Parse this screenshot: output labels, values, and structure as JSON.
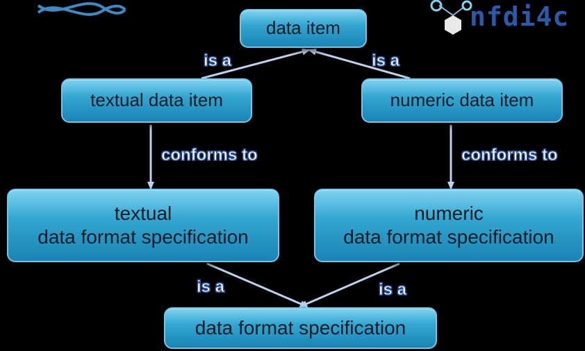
{
  "nodes": {
    "data_item": "data item",
    "textual_data_item": "textual data item",
    "numeric_data_item": "numeric data item",
    "textual_spec": {
      "line1": "textual",
      "line2": "data format specification"
    },
    "numeric_spec": {
      "line1": "numeric",
      "line2": "data format specification"
    },
    "data_format_spec": "data format specification"
  },
  "edges": {
    "is_a_left_top": "is a",
    "is_a_right_top": "is a",
    "conforms_left": "conforms to",
    "conforms_right": "conforms to",
    "is_a_left_bottom": "is a",
    "is_a_right_bottom": "is a"
  },
  "logo": {
    "text": "nfdi4c"
  },
  "colors": {
    "background": "#000000",
    "node_fill": "#2c9fcf",
    "node_border": "#6fc8e6",
    "arrow": "#bcd2ee",
    "label_outline": "#2a4f9a",
    "logo_text": "#2a5aa8"
  }
}
